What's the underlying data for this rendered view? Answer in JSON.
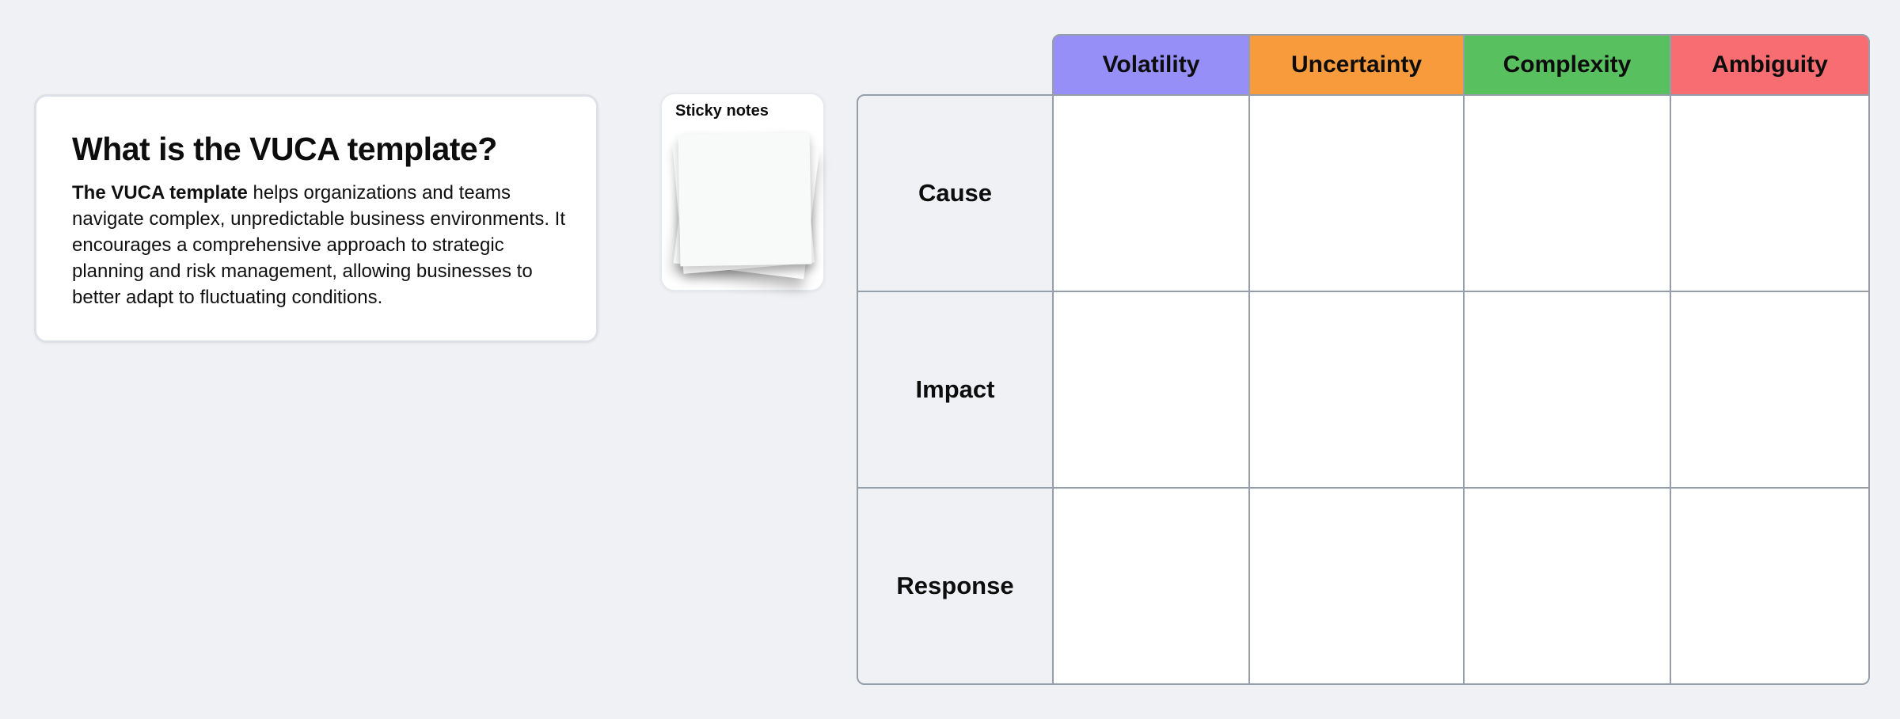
{
  "canvas": {
    "background_color": "#f0f1f4",
    "grid_line_color": "#969ea9"
  },
  "info_card": {
    "title": "What is the VUCA template?",
    "body_bold": "The VUCA template",
    "body_rest": " helps organizations and teams navigate complex, unpredictable business environments. It encourages a comprehensive approach to strategic planning and risk management, allowing businesses to better adapt to fluctuating conditions."
  },
  "sticky_notes_card": {
    "label": "Sticky notes"
  },
  "vuca_table": {
    "columns": [
      {
        "label": "Volatility",
        "color": "#968ff8"
      },
      {
        "label": "Uncertainty",
        "color": "#f89b3c"
      },
      {
        "label": "Complexity",
        "color": "#58c05f"
      },
      {
        "label": "Ambiguity",
        "color": "#f76d71"
      }
    ],
    "rows": [
      {
        "label": "Cause"
      },
      {
        "label": "Impact"
      },
      {
        "label": "Response"
      }
    ]
  }
}
